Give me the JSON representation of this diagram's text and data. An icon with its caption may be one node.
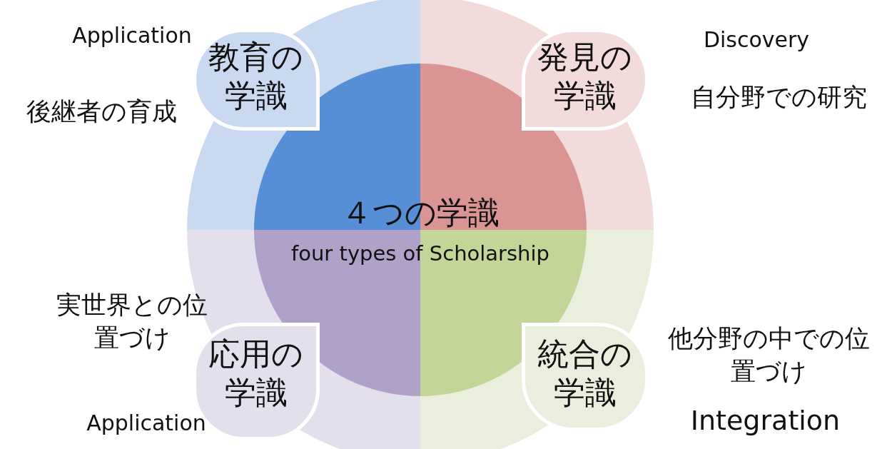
{
  "diagram": {
    "nodes": [
      {
        "text": [
          "４つの学識",
          "four types of Scholarship"
        ]
      },
      {
        "text": [
          "教育の学識"
        ],
        "beside": [
          "Application",
          "後継者の育成"
        ]
      },
      {
        "text": [
          "発見の学識"
        ],
        "beside": [
          "Discovery",
          "自分野での研究"
        ]
      },
      {
        "text": [
          "応用の学識"
        ],
        "beside": [
          "実世界との位置づけ",
          "Application"
        ]
      },
      {
        "text": [
          "統合の学識"
        ],
        "beside": [
          "他分野の中での位置づけ",
          "Integration"
        ]
      }
    ],
    "edges": []
  }
}
